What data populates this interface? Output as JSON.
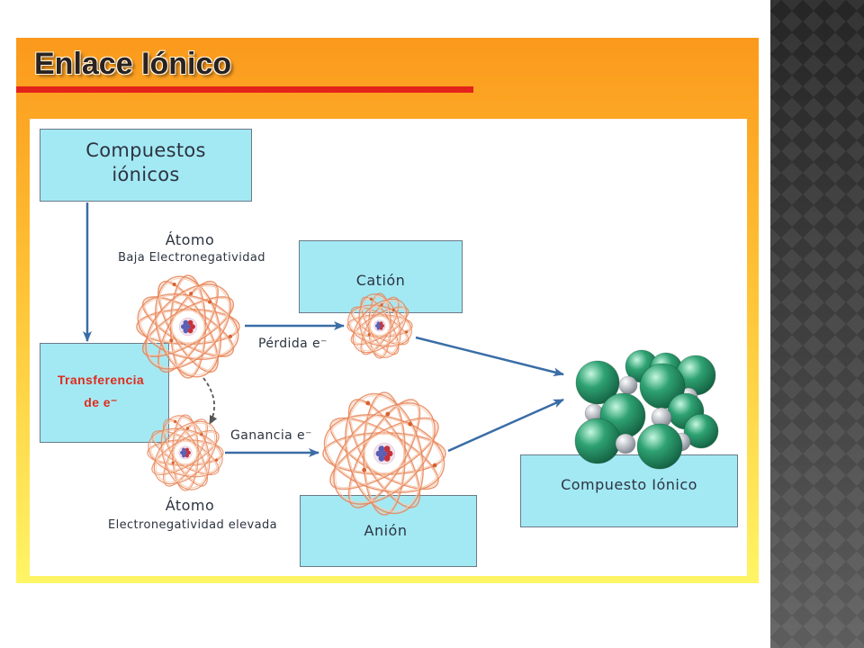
{
  "theme": {
    "panel_top": "#fb991c",
    "panel_mid": "#ffc236",
    "panel_bottom": "#fff566",
    "title_text": "#2a2220",
    "title_bar": "#e2231a",
    "box_fill": "#a3e9f4",
    "box_border": "#6b7a87",
    "label_text": "#2c3440",
    "transfer_text": "#e02b1c",
    "arrow": "#3a6da6",
    "dashed_arrow": "#555555",
    "orbit": "#e8865a",
    "nucleus_red": "#c7323a",
    "nucleus_blue": "#5b5fb3",
    "sphere_green": "#2ea172",
    "sphere_gray": "#c4c8ce",
    "side_strip": "#3a3a3a"
  },
  "slide": {
    "title": "Enlace Iónico"
  },
  "diagram": {
    "box_compuestos": {
      "lines": [
        "Compuestos",
        "iónicos"
      ]
    },
    "box_transferencia": {
      "lines": [
        "Transferencia",
        "de e⁻"
      ]
    },
    "box_cation": {
      "label": "Catión"
    },
    "box_anion": {
      "label": "Anión"
    },
    "box_compuesto": {
      "label": "Compuesto Iónico"
    },
    "atom_low_en": {
      "label": "Átomo",
      "sublabel": "Baja Electronegatividad"
    },
    "atom_high_en": {
      "label": "Átomo",
      "sublabel": "Electronegatividad elevada"
    },
    "loss_label": "Pérdida e⁻",
    "gain_label": "Ganancia e⁻"
  }
}
